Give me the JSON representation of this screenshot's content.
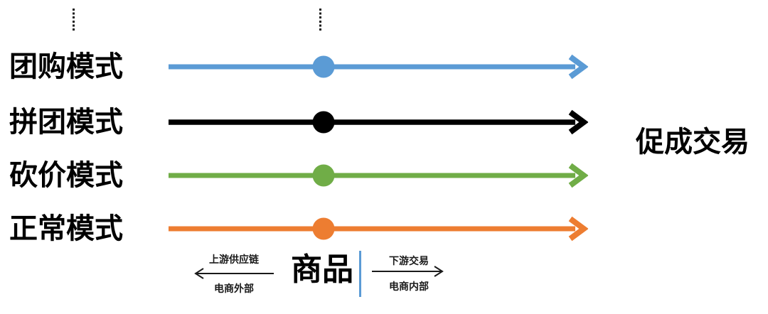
{
  "modes": [
    {
      "label": "团购模式",
      "color": "#5B9BD5"
    },
    {
      "label": "拼团模式",
      "color": "#000000"
    },
    {
      "label": "砍价模式",
      "color": "#70AD47"
    },
    {
      "label": "正常模式",
      "color": "#ED7D31"
    }
  ],
  "outcome_label": "促成交易",
  "center_item": {
    "label": "商品"
  },
  "upstream": {
    "label": "上游供应链",
    "sublabel": "电商外部",
    "direction": "left"
  },
  "downstream": {
    "label": "下游交易",
    "sublabel": "电商内部",
    "direction": "right"
  },
  "colors": {
    "divider": "#5B9BD5",
    "guide_dots": "#1a1a1a",
    "flow_arrow": "#1a1a1a",
    "background": "#ffffff"
  }
}
